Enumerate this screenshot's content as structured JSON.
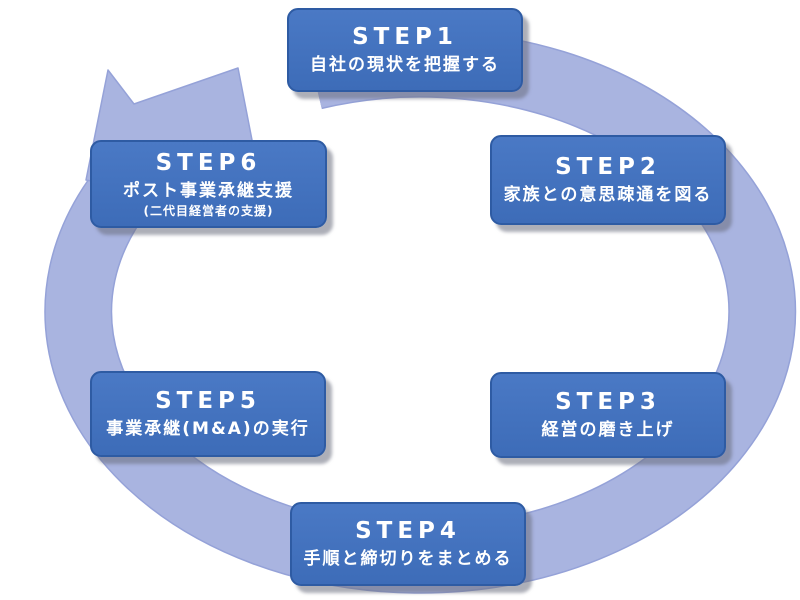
{
  "diagram": {
    "type": "cycle",
    "direction": "clockwise",
    "steps": [
      {
        "label": "STEP1",
        "text": "自社の現状を把握する"
      },
      {
        "label": "STEP2",
        "text": "家族との意思疎通を図る"
      },
      {
        "label": "STEP3",
        "text": "経営の磨き上げ"
      },
      {
        "label": "STEP4",
        "text": "手順と締切りをまとめる"
      },
      {
        "label": "STEP5",
        "text": "事業承継(M&A)の実行"
      },
      {
        "label": "STEP6",
        "text": "ポスト事業承継支援",
        "subtext": "(二代目経営者の支援)"
      }
    ],
    "colors": {
      "box_fill": "#3d6cb8",
      "box_fill_light": "#4a79c5",
      "box_border": "#2e5ba3",
      "box_text": "#ffffff",
      "arrow_fill": "#a9b4e0",
      "arrow_edge": "#95a2d8"
    }
  }
}
